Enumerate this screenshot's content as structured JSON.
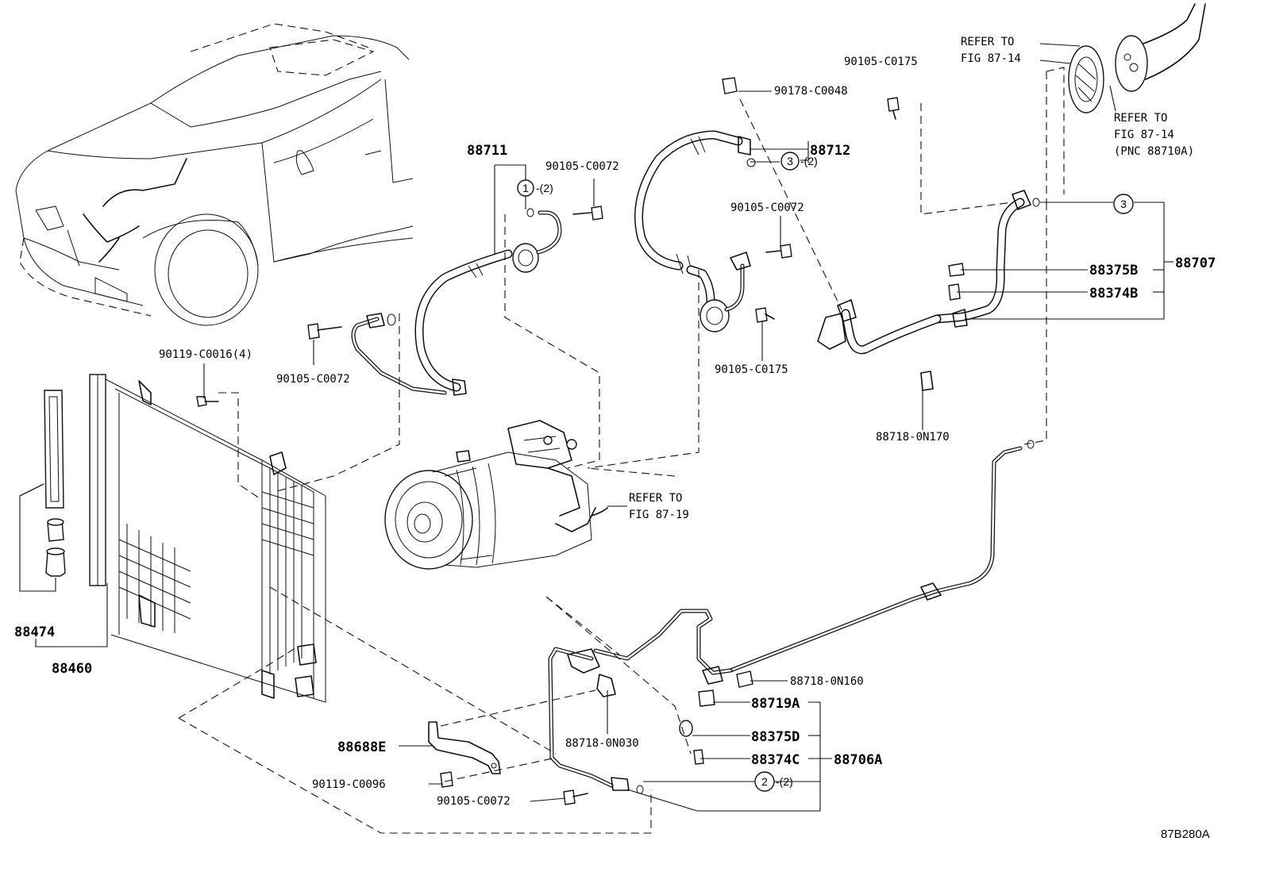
{
  "figure_code": "87B280A",
  "parts": {
    "p88711": "88711",
    "p88712": "88712",
    "p88707": "88707",
    "p88375B": "88375B",
    "p88374B": "88374B",
    "p88718_0N170": "88718-0N170",
    "p88460": "88460",
    "p88474": "88474",
    "p88718_0N160": "88718-0N160",
    "p88719A": "88719A",
    "p88375D": "88375D",
    "p88374C": "88374C",
    "p88706A": "88706A",
    "p88688E": "88688E",
    "p88718_0N030": "88718-0N030",
    "p90119_C0016": "90119-C0016(4)",
    "p90119_C0096": "90119-C0096",
    "p90178_C0048": "90178-C0048",
    "p90105_C0175_top": "90105-C0175",
    "p90105_C0175_mid": "90105-C0175",
    "p90105_C0072_top": "90105-C0072",
    "p90105_C0072_mid": "90105-C0072",
    "p90105_C0072_left": "90105-C0072",
    "p90105_C0072_bottom": "90105-C0072"
  },
  "refs": {
    "refer_to": "REFER TO",
    "fig_87_14": "FIG 87-14",
    "fig_87_19": "FIG 87-19",
    "pnc_88710A": "(PNC 88710A)"
  },
  "callouts": {
    "c1": "1",
    "c2": "2",
    "c3a": "3",
    "c3b": "3",
    "qty2": "-(2)"
  }
}
